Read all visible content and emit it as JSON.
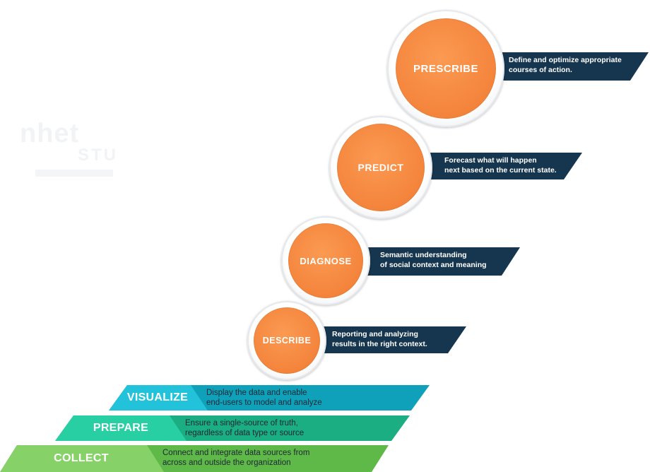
{
  "stages": [
    {
      "id": "prescribe",
      "label": "PRESCRIBE",
      "line1": "Define and optimize appropriate",
      "line2": "courses of action."
    },
    {
      "id": "predict",
      "label": "PREDICT",
      "line1": "Forecast what will happen",
      "line2": "next based on the current state."
    },
    {
      "id": "diagnose",
      "label": "DIAGNOSE",
      "line1": "Semantic understanding",
      "line2": "of social context and meaning"
    },
    {
      "id": "describe",
      "label": "DESCRIBE",
      "line1": "Reporting and analyzing",
      "line2": "results in the right context."
    }
  ],
  "bands": [
    {
      "id": "visualize",
      "label": "VISUALIZE",
      "line1": "Display the data and enable",
      "line2": "end-users to model and analyze",
      "light_color": "#22c3da",
      "dark_color": "#10a1ba"
    },
    {
      "id": "prepare",
      "label": "PREPARE",
      "line1": "Ensure a single-source of truth,",
      "line2": "regardless of data type or source",
      "light_color": "#28cfa3",
      "dark_color": "#1aae82"
    },
    {
      "id": "collect",
      "label": "COLLECT",
      "line1": "Connect and integrate data sources from",
      "line2": "across and outside the organization",
      "light_color": "#86d268",
      "dark_color": "#5fb949"
    }
  ],
  "colors": {
    "accent_orange": "#f5873f",
    "banner_navy": "#16364f"
  }
}
